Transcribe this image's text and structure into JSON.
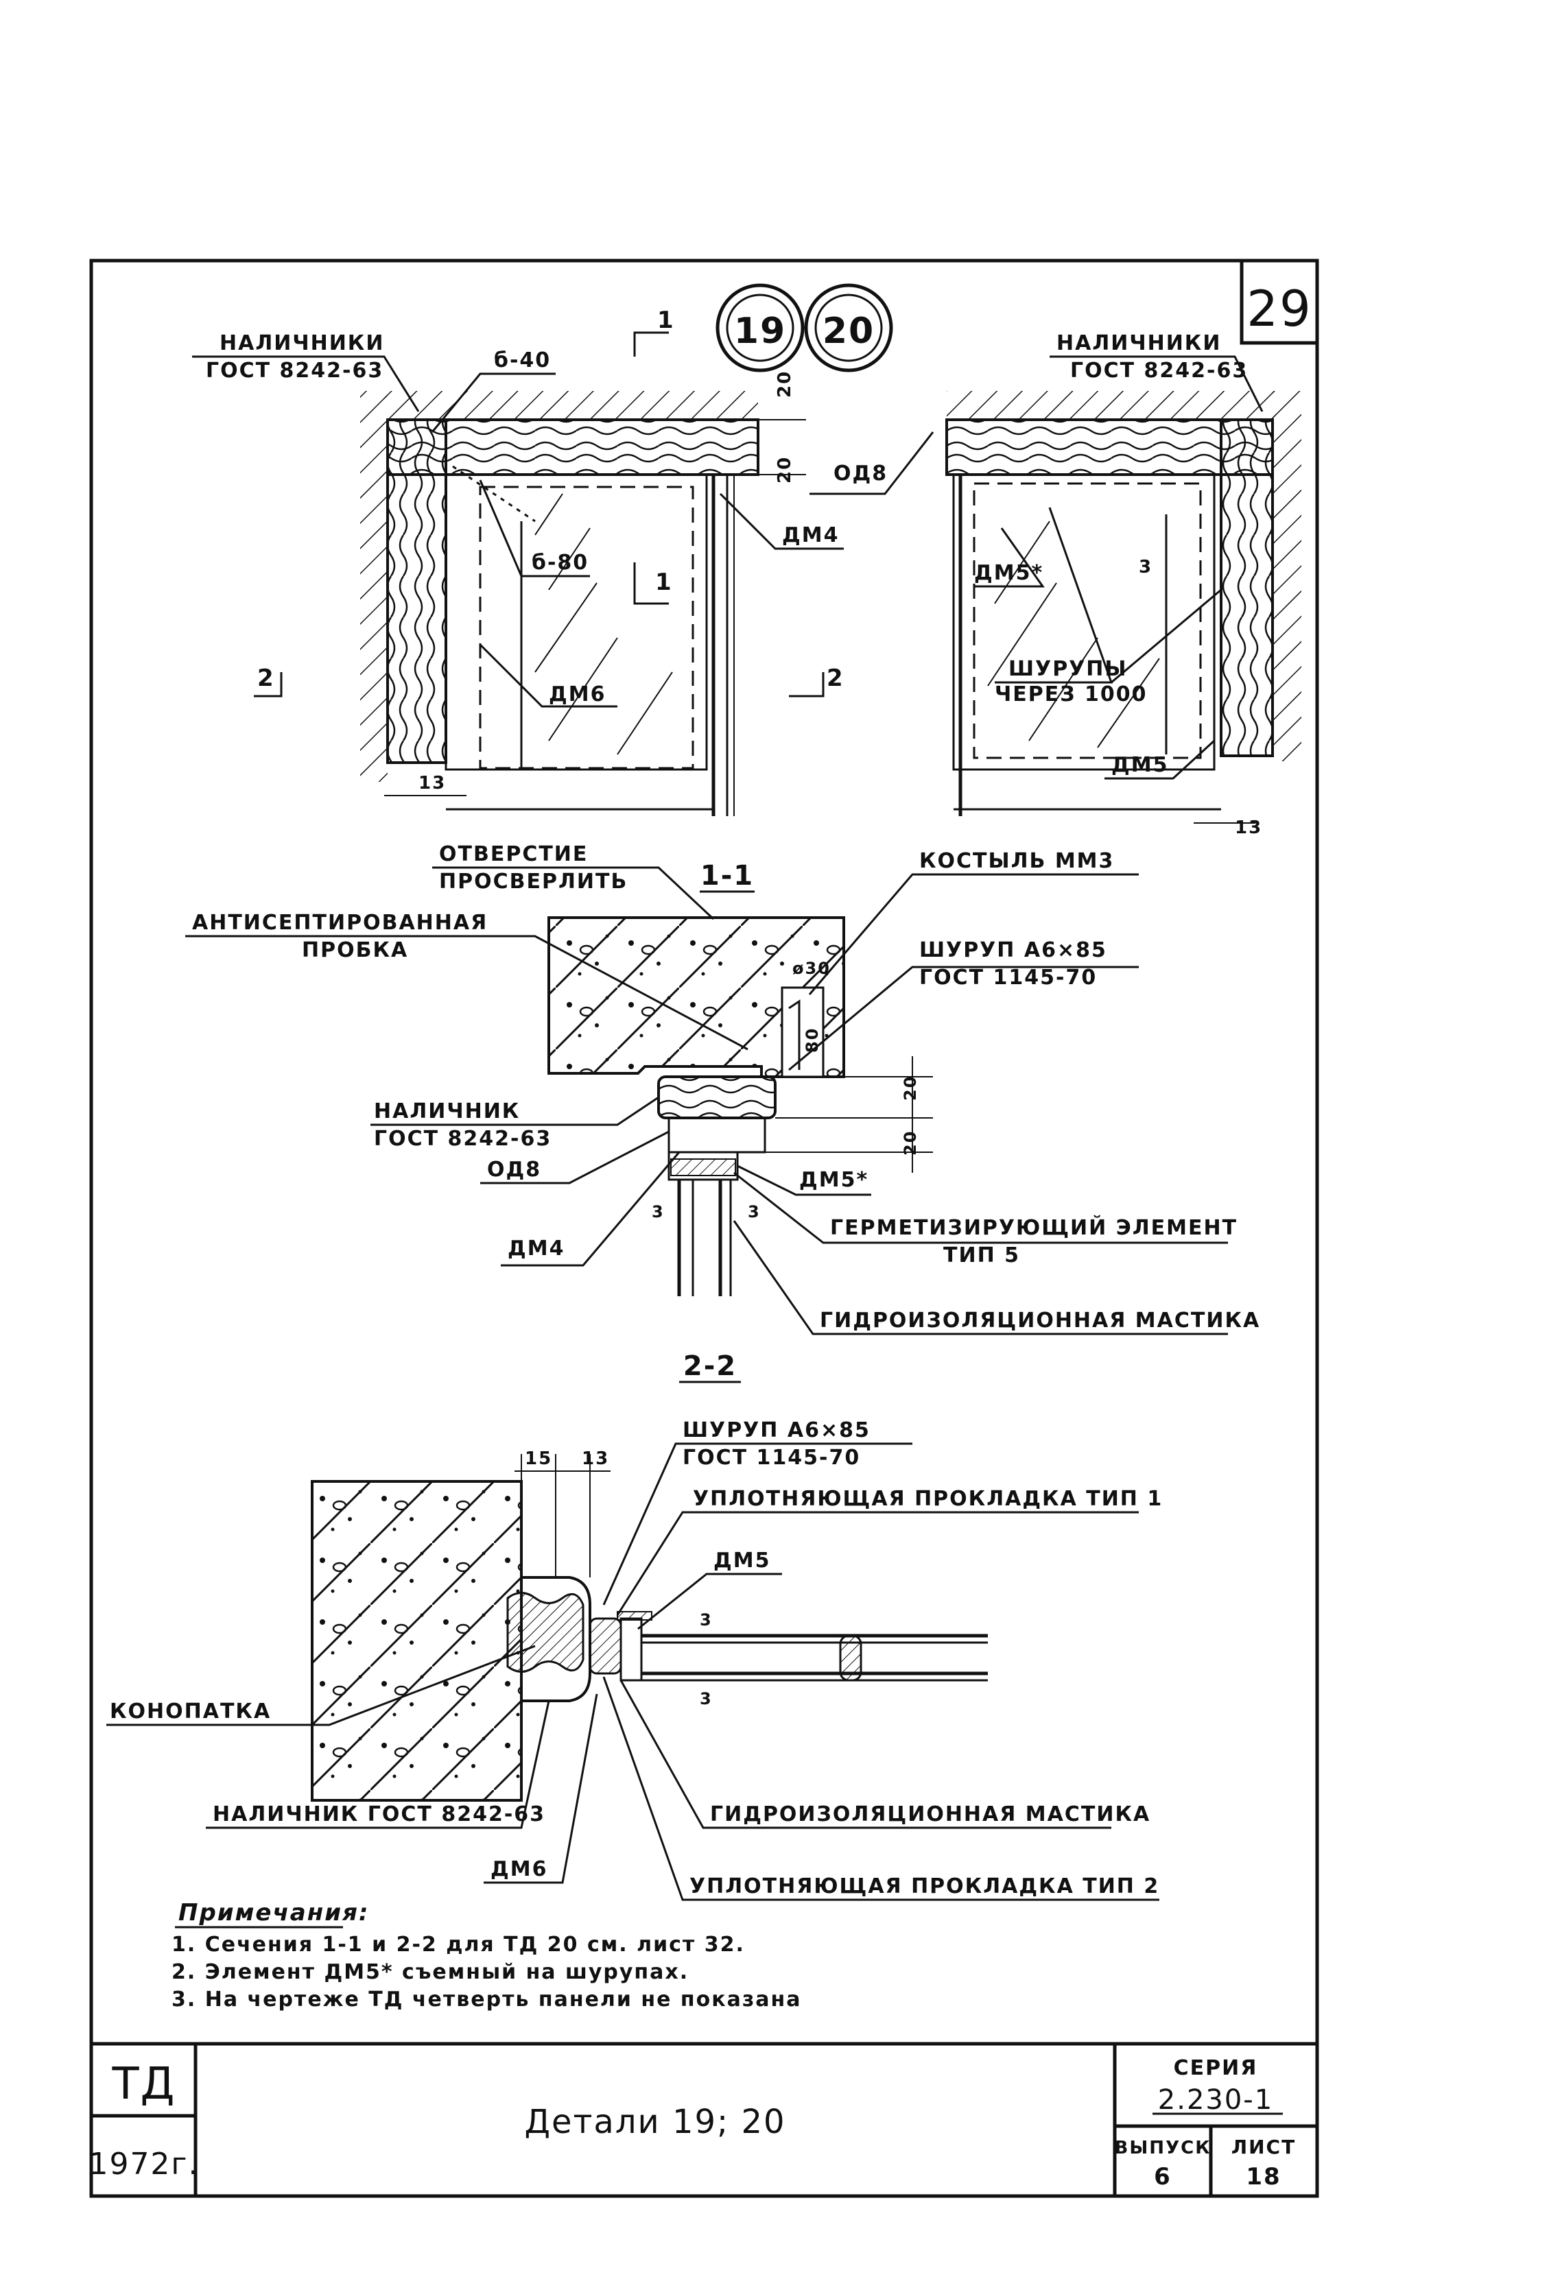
{
  "sheet_number": "29",
  "detail_numbers": [
    "19",
    "20"
  ],
  "section_marks": {
    "s1": "1",
    "s2": "2"
  },
  "plan_labels": {
    "nalichniki": "НАЛИЧНИКИ",
    "gost_nalichniki": "ГОСТ 8242-63",
    "b40": "б-40",
    "b80": "б-80",
    "dm4": "ДМ4",
    "dm6": "ДМ6",
    "od8": "ОД8",
    "dm5_star": "ДМ5*",
    "shurupy": "ШУРУПЫ",
    "cherez": "ЧЕРЕЗ 1000",
    "dm5": "ДМ5",
    "dim20": "20",
    "dim13": "13",
    "dim3": "3"
  },
  "section_1": {
    "title": "1-1",
    "otverstie": "ОТВЕРСТИЕ",
    "prosverlit": "ПРОСВЕРЛИТЬ",
    "kostyl": "КОСТЫЛЬ ММ3",
    "antisept": "АНТИСЕПТИРОВАННАЯ",
    "probka": "ПРОБКА",
    "shurup": "ШУРУП А6×85",
    "gost_shurup": "ГОСТ 1145-70",
    "nalichnik": "НАЛИЧНИК",
    "gost_nalichnik": "ГОСТ 8242-63",
    "od8": "ОД8",
    "dm5_star": "ДМ5*",
    "dm4": "ДМ4",
    "germet": "ГЕРМЕТИЗИРУЮЩИЙ ЭЛЕМЕНТ",
    "tip5": "ТИП 5",
    "mastika": "ГИДРОИЗОЛЯЦИОННАЯ МАСТИКА",
    "dim30": "ø30",
    "dim80": "80",
    "dim20": "20",
    "dim3": "3"
  },
  "section_2": {
    "title": "2-2",
    "dim15": "15",
    "dim13": "13",
    "shurup": "ШУРУП А6×85",
    "gost_shurup": "ГОСТ 1145-70",
    "uplot1": "УПЛОТНЯЮЩАЯ ПРОКЛАДКА ТИП 1",
    "dm5": "ДМ5",
    "konopatka": "КОНОПАТКА",
    "nalichnik_gost": "НАЛИЧНИК ГОСТ 8242-63",
    "mastika": "ГИДРОИЗОЛЯЦИОННАЯ МАСТИКА",
    "dm6": "ДМ6",
    "uplot2": "УПЛОТНЯЮЩАЯ ПРОКЛАДКА ТИП 2",
    "dim3": "3"
  },
  "notes": {
    "heading": "Примечания:",
    "items": [
      "1. Сечения 1-1 и 2-2 для ТД 20 см. лист 32.",
      "2. Элемент ДМ5* съемный на шурупах.",
      "3. На чертеже ТД четверть панели не показана"
    ]
  },
  "title_block": {
    "code": "ТД",
    "year": "1972г.",
    "title": "Детали 19; 20",
    "seria_label": "СЕРИЯ",
    "seria_value": "2.230-1",
    "vypusk_label": "ВЫПУСК",
    "vypusk_value": "6",
    "list_label": "ЛИСТ",
    "list_value": "18"
  }
}
